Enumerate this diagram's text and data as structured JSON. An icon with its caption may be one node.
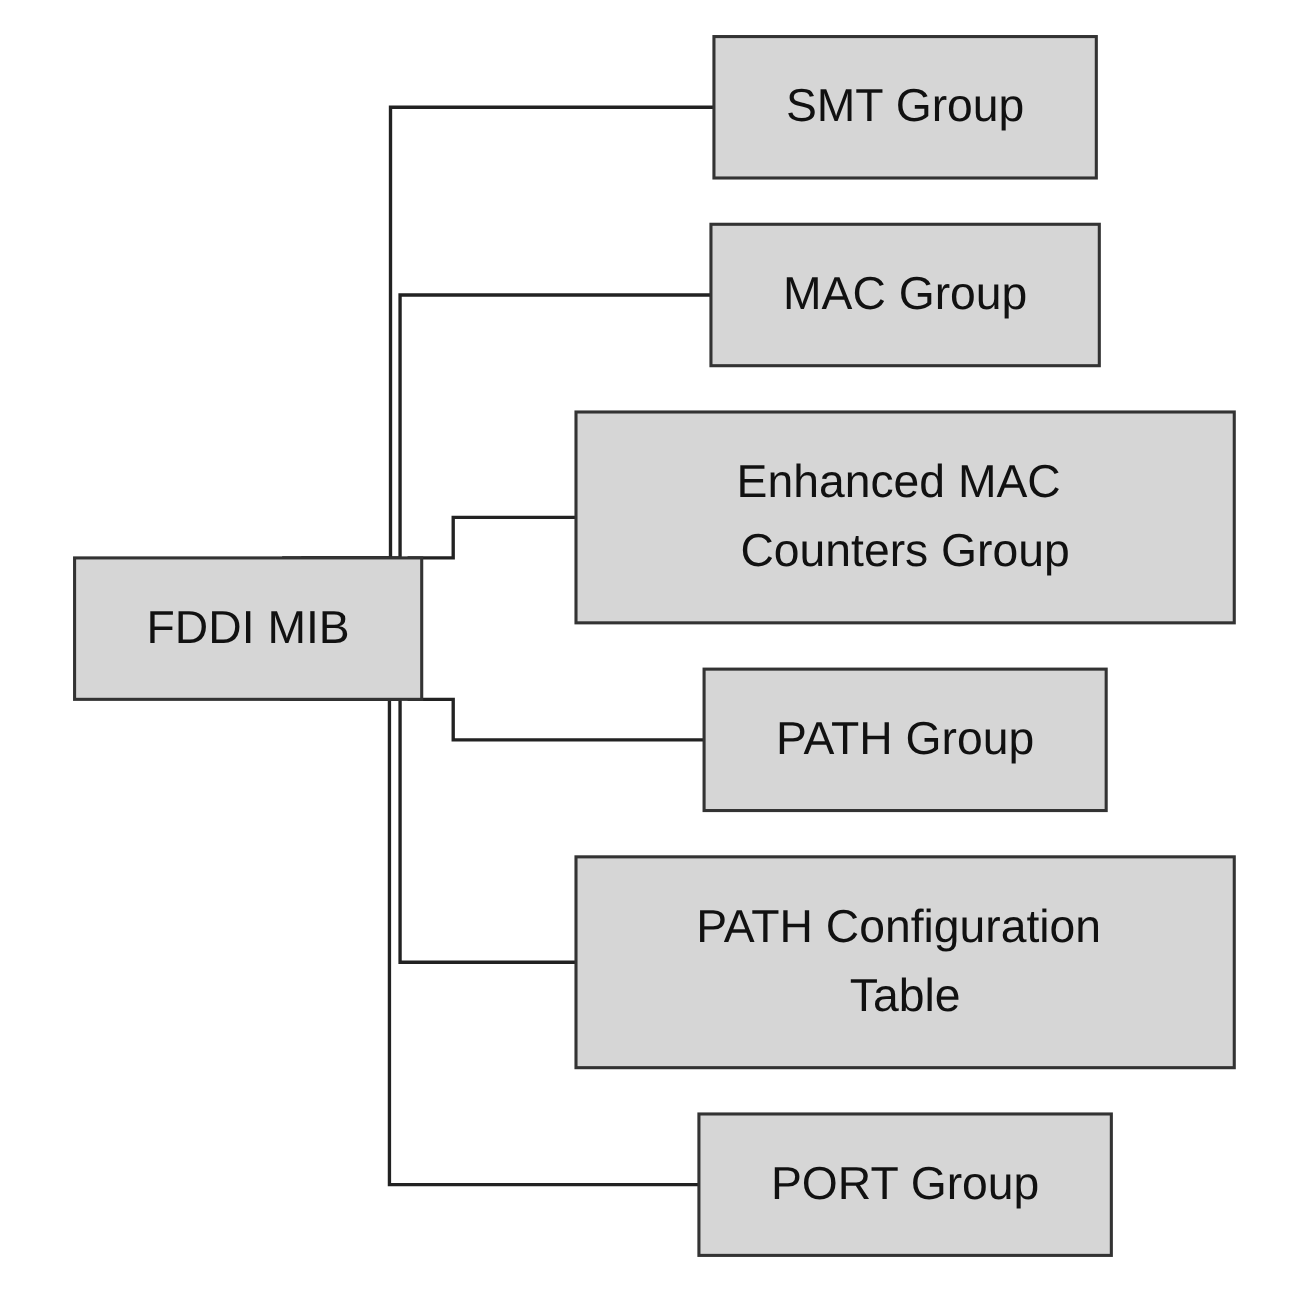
{
  "diagram": {
    "nodes": [
      {
        "text": [
          "FDDI MIB"
        ]
      },
      {
        "text": [
          "SMT Group"
        ]
      },
      {
        "text": [
          "MAC Group"
        ]
      },
      {
        "text": [
          "Enhanced MAC Counters Group"
        ]
      },
      {
        "text": [
          "PATH Group"
        ]
      },
      {
        "text": [
          "PATH Configuration Table"
        ]
      },
      {
        "text": [
          "PORT Group"
        ]
      }
    ],
    "edges": [
      {
        "from": 0,
        "to": 1,
        "arrow": "none"
      },
      {
        "from": 0,
        "to": 2,
        "arrow": "none"
      },
      {
        "from": 0,
        "to": 3,
        "arrow": "none"
      },
      {
        "from": 0,
        "to": 4,
        "arrow": "none"
      },
      {
        "from": 0,
        "to": 5,
        "arrow": "none"
      },
      {
        "from": 0,
        "to": 6,
        "arrow": "none"
      }
    ]
  }
}
